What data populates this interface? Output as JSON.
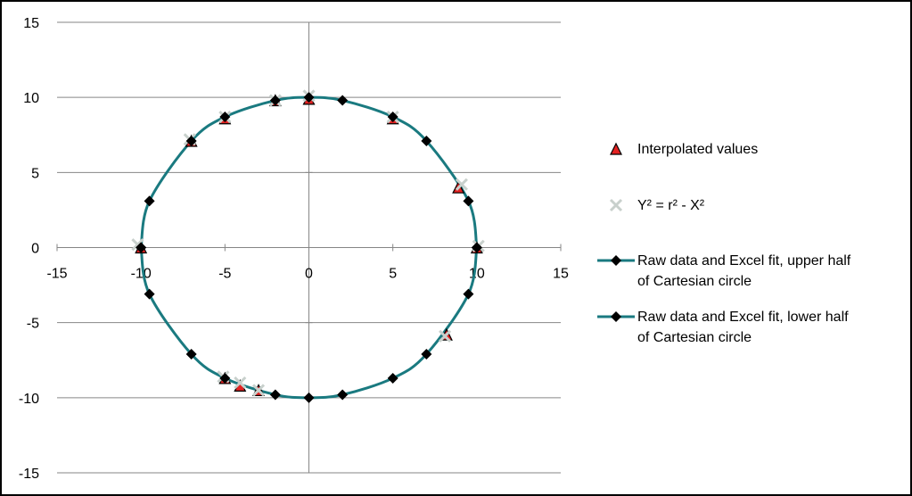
{
  "chart_data": {
    "type": "scatter",
    "title": "",
    "xlabel": "",
    "ylabel": "",
    "xlim": [
      -15,
      15
    ],
    "ylim": [
      -15,
      15
    ],
    "x_ticks": [
      -15,
      -10,
      -5,
      0,
      5,
      10,
      15
    ],
    "y_ticks": [
      -15,
      -10,
      -5,
      0,
      5,
      10,
      15
    ],
    "grid": "horizontal major gridlines",
    "legend_position": "right",
    "series": [
      {
        "name": "Interpolated values",
        "marker": "triangle",
        "color": "#e32222",
        "points": [
          [
            -10,
            0
          ],
          [
            -7,
            7.1
          ],
          [
            -5,
            8.6
          ],
          [
            -2,
            9.8
          ],
          [
            0,
            9.9
          ],
          [
            5,
            8.6
          ],
          [
            8.9,
            4.0
          ],
          [
            10,
            0
          ],
          [
            8.2,
            -5.8
          ],
          [
            -5,
            -8.7
          ],
          [
            -4.1,
            -9.2
          ],
          [
            -3,
            -9.5
          ]
        ]
      },
      {
        "name": "Y² = r² - X²",
        "marker": "x",
        "color": "#c8d0cc",
        "points": [
          [
            -10.2,
            0.2
          ],
          [
            -7.1,
            7.2
          ],
          [
            -5,
            8.7
          ],
          [
            -2,
            9.8
          ],
          [
            0,
            10.1
          ],
          [
            5,
            8.7
          ],
          [
            9.1,
            4.2
          ],
          [
            10.1,
            0.1
          ],
          [
            8.1,
            -5.9
          ],
          [
            -5.1,
            -8.6
          ],
          [
            -4.1,
            -9.0
          ],
          [
            -3,
            -9.5
          ]
        ]
      },
      {
        "name": "Raw data and Excel fit, upper half of Cartesian circle",
        "marker": "diamond",
        "color": "#1a7a80",
        "points": [
          [
            -10,
            0
          ],
          [
            -9.5,
            3.1
          ],
          [
            -7,
            7.1
          ],
          [
            -5,
            8.7
          ],
          [
            -2,
            9.8
          ],
          [
            0,
            10
          ],
          [
            2,
            9.8
          ],
          [
            5,
            8.7
          ],
          [
            7,
            7.1
          ],
          [
            9.5,
            3.1
          ],
          [
            10,
            0
          ]
        ]
      },
      {
        "name": "Raw data and Excel fit, lower half of Cartesian circle",
        "marker": "diamond",
        "color": "#1a7a80",
        "points": [
          [
            -10,
            0
          ],
          [
            -9.5,
            -3.1
          ],
          [
            -7,
            -7.1
          ],
          [
            -5,
            -8.7
          ],
          [
            -2,
            -9.8
          ],
          [
            0,
            -10
          ],
          [
            2,
            -9.8
          ],
          [
            5,
            -8.7
          ],
          [
            7,
            -7.1
          ],
          [
            9.5,
            -3.1
          ],
          [
            10,
            0
          ]
        ]
      }
    ]
  }
}
